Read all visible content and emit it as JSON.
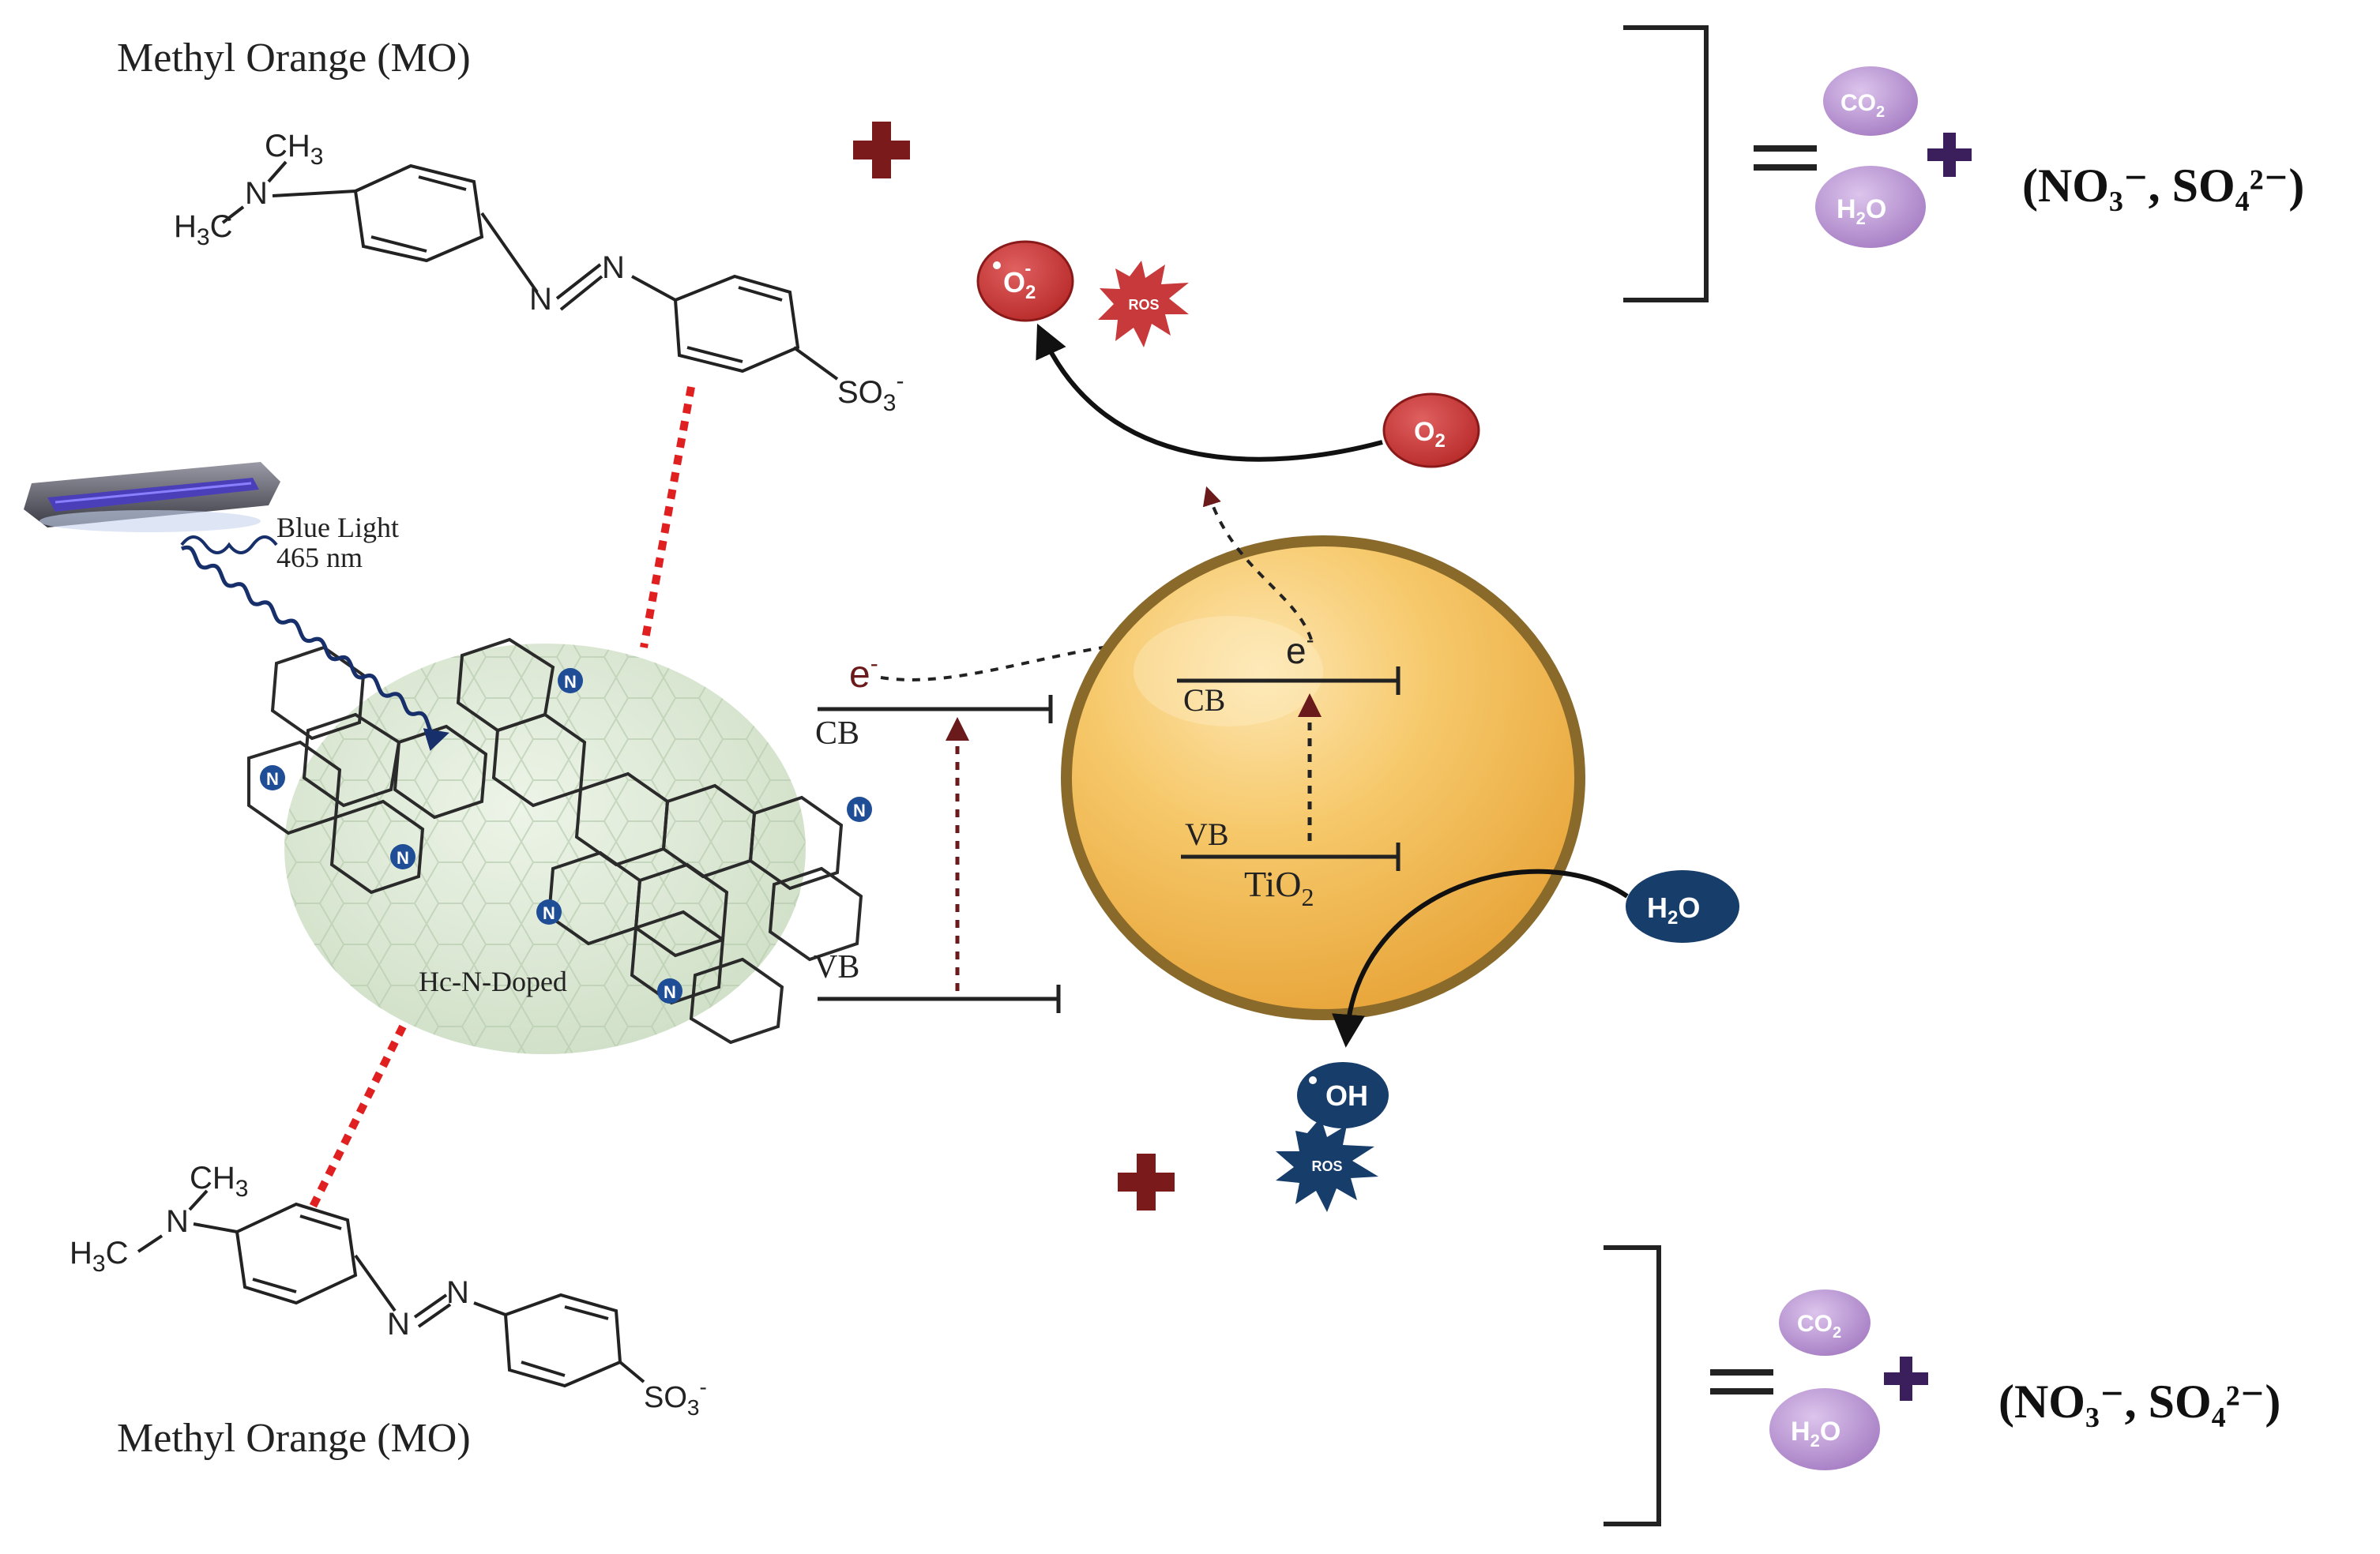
{
  "labels": {
    "mo_top": "Methyl Orange (MO)",
    "mo_bottom": "Methyl Orange (MO)",
    "blue_light_line1": "Blue Light",
    "blue_light_line2": "465 nm",
    "hc_n_doped": "Hc-N-Doped",
    "cb_left": "CB",
    "vb_left": "VB",
    "cb_tio2": "CB",
    "vb_tio2": "VB",
    "tio2": "TiO",
    "tio2_sub": "2",
    "electron_left": "e",
    "electron_right": "e",
    "electron_sup": "-",
    "ros": "ROS",
    "o2_radical": "O",
    "o2_radical_sub": "2",
    "o2_radical_sup": "-",
    "o2": "O",
    "o2_sub": "2",
    "h2o": "H",
    "h2o_sub": "2",
    "h2o_tail": "O",
    "oh_radical": "OH",
    "co2": "CO",
    "co2_sub": "2",
    "n_atom": "N",
    "products_top": "(NO₃⁻, SO₄²⁻)",
    "products_bottom": "(NO₃⁻, SO₄²⁻)",
    "ch3": "CH",
    "ch3_sub": "3",
    "h3c_h": "H",
    "h3c_sub": "3",
    "h3c_c": "C",
    "n_dimethyl": "N",
    "azo_n": "N",
    "so3": "SO",
    "so3_sub": "3",
    "so3_sup": "-"
  },
  "colors": {
    "plus_dark_red": "#7a1a1a",
    "plus_dark_purple": "#3a1f5c",
    "o2_red": "#c8393b",
    "ros_red": "#c8393b",
    "h2o_blue": "#173d6b",
    "oh_blue": "#173d6b",
    "co2_purple": "#b591cf",
    "tio2_gold": "#f2b544",
    "tio2_border": "#8a6a2a",
    "sphere_green": "#d8e6d0",
    "n_atom_blue": "#1f4e96",
    "dotted_red": "#e02020",
    "arrow_dark_red": "#6a1a1a",
    "wave_navy": "#17306b",
    "lamp_purple": "#4a3fb8"
  },
  "icons": {
    "lamp": "uv-lamp-icon",
    "plus": "plus-icon",
    "ros": "ros-starburst-icon"
  }
}
